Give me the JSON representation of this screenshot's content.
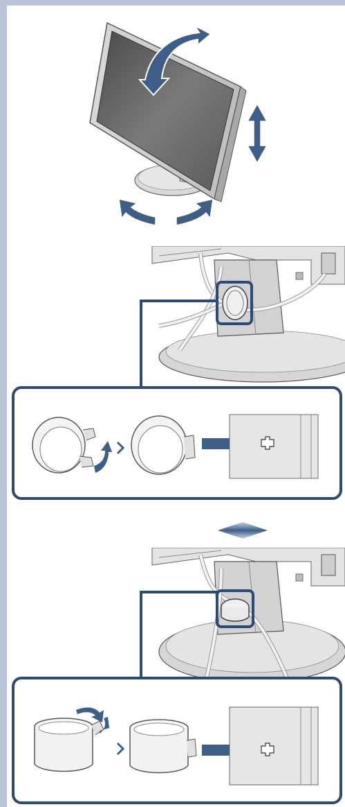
{
  "illustrations": {
    "monitor_adjustment": {
      "icon": "monitor-tilt-swivel-height-illustration"
    },
    "cable_holder_closed": {
      "icon": "cable-holder-closed-illustration"
    },
    "cable_holder_open": {
      "icon": "cable-holder-open-illustration"
    },
    "swap_marker": {
      "icon": "diamond-arrow-icon"
    }
  },
  "colors": {
    "frame": "#b9c2d8",
    "accent": "#2d4a72",
    "arrow": "#3d5f87",
    "line": "#555555",
    "monitor_screen": "#6e6e6e",
    "gray_fill": "#d6d6d6"
  }
}
